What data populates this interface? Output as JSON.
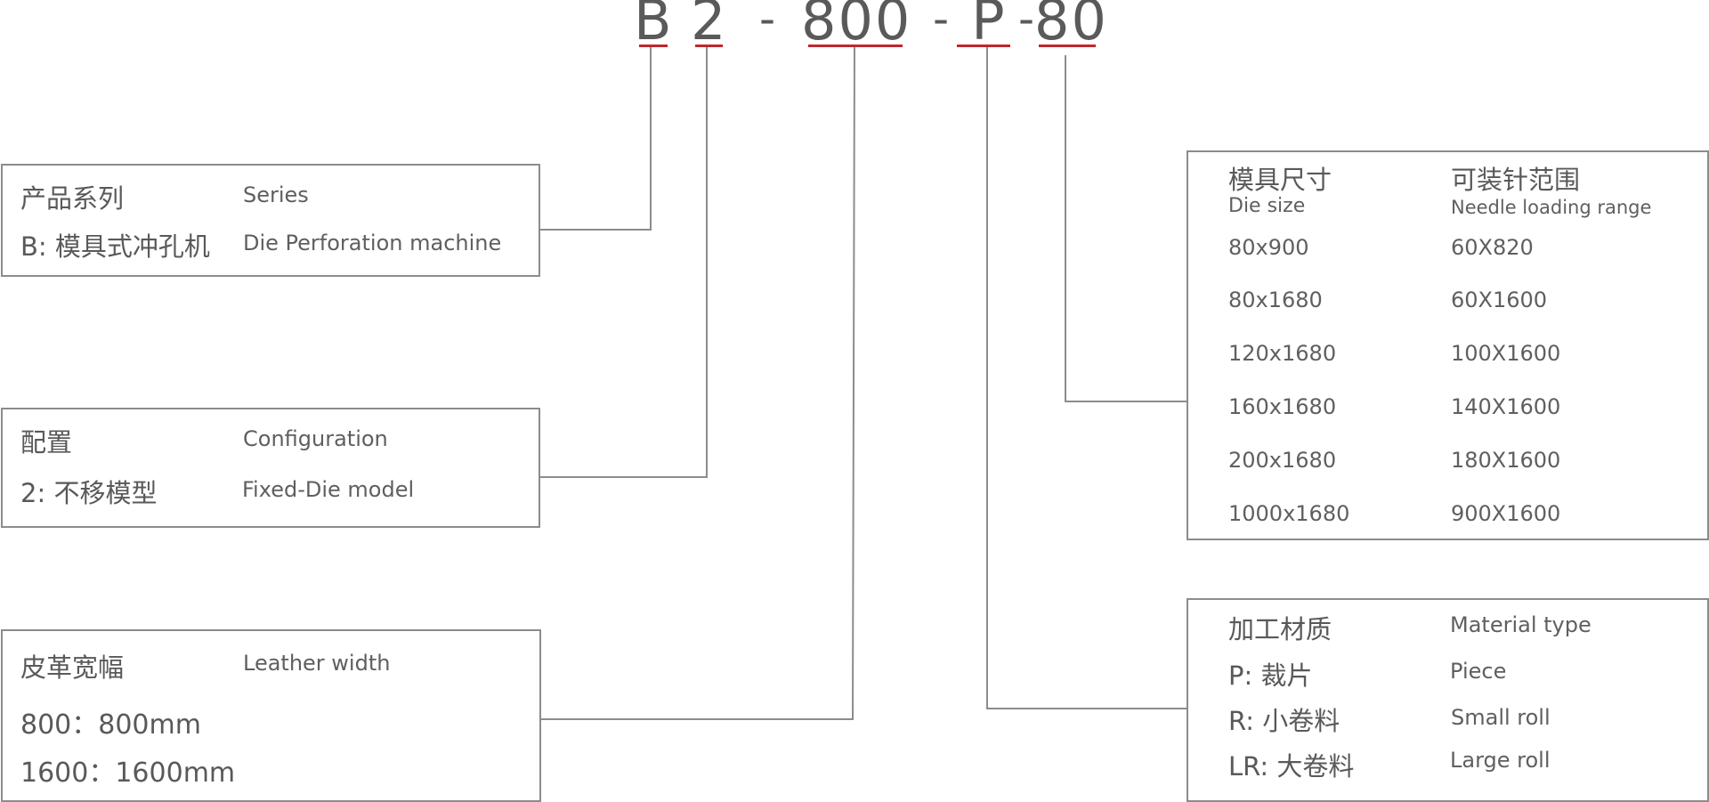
{
  "code": {
    "segments": [
      "B",
      "2",
      "800",
      "P",
      "80"
    ],
    "separators": [
      "-",
      "-",
      "-"
    ]
  },
  "series": {
    "title_zh": "产品系列",
    "title_en": "Series",
    "value_zh": "B: 模具式冲孔机",
    "value_en": "Die Perforation machine"
  },
  "configuration": {
    "title_zh": "配置",
    "title_en": "Configuration",
    "value_zh": "2: 不移模型",
    "value_en": "Fixed-Die model"
  },
  "leather_width": {
    "title_zh": "皮革宽幅",
    "title_en": "Leather width",
    "options": [
      "800：800mm",
      "1600：1600mm"
    ]
  },
  "die_size": {
    "col1_zh": "模具尺寸",
    "col1_en": "Die size",
    "col2_zh": "可装针范围",
    "col2_en": "Needle loading range",
    "rows": [
      [
        "80x900",
        "60X820"
      ],
      [
        "80x1680",
        "60X1600"
      ],
      [
        "120x1680",
        "100X1600"
      ],
      [
        "160x1680",
        "140X1600"
      ],
      [
        "200x1680",
        "180X1600"
      ],
      [
        "1000x1680",
        "900X1600"
      ]
    ]
  },
  "material": {
    "title_zh": "加工材质",
    "title_en": "Material type",
    "items": [
      {
        "zh": "P: 裁片",
        "en": "Piece"
      },
      {
        "zh": "R: 小卷料",
        "en": "Small roll"
      },
      {
        "zh": "LR: 大卷料",
        "en": "Large roll"
      }
    ]
  },
  "colors": {
    "accent": "#c0262d",
    "line": "#8c8c8c",
    "text": "#595959"
  }
}
